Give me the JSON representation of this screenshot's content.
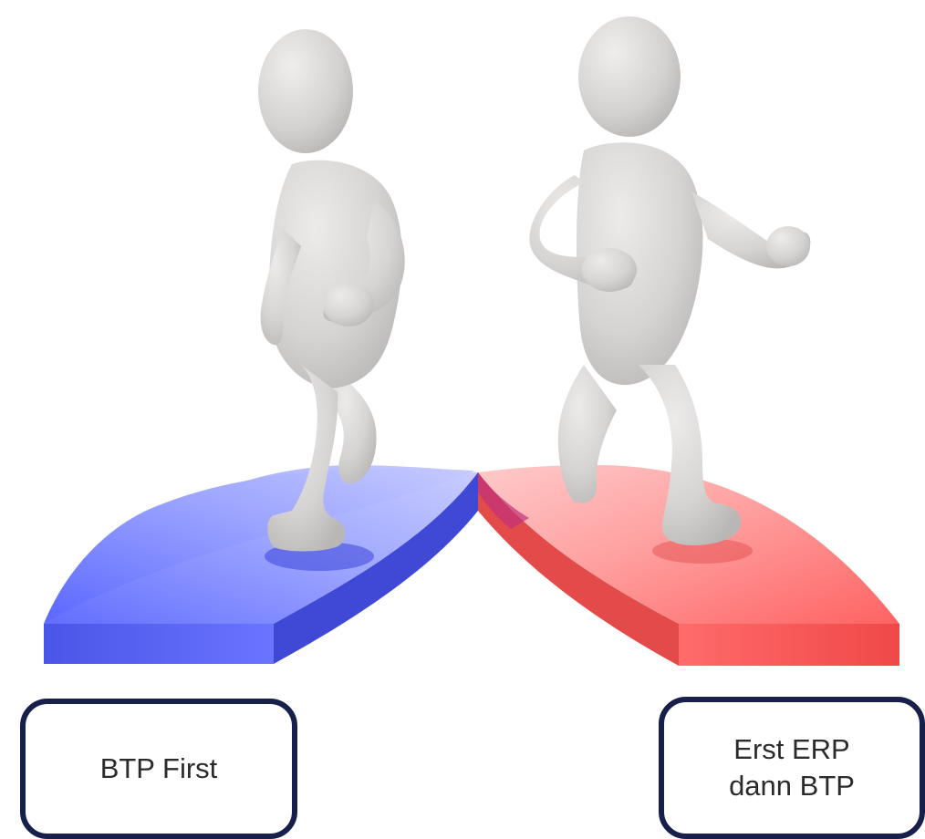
{
  "labels": {
    "left": "BTP First",
    "right_line1": "Erst ERP",
    "right_line2": "dann BTP"
  },
  "colors": {
    "left_path": "#5566ff",
    "right_path": "#ff5f5f",
    "box_border": "#16204a",
    "figure": "#d9d7d6"
  },
  "icons": {
    "left_figure": "running-person-figure",
    "right_figure": "running-person-figure",
    "paths": "diverging-paths"
  }
}
